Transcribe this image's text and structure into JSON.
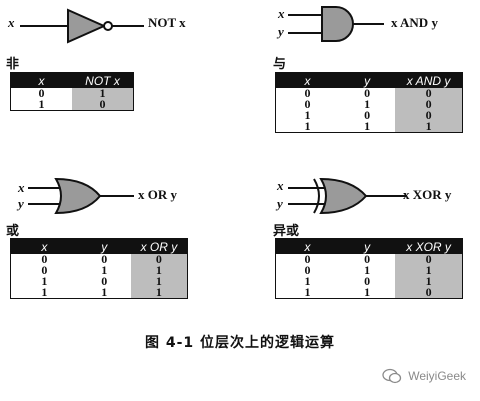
{
  "not_gate": {
    "input_label": "x",
    "output_label": "NOT x",
    "title": "非",
    "headers": [
      "x",
      "NOT x"
    ],
    "rows": [
      [
        "0",
        "1"
      ],
      [
        "1",
        "0"
      ]
    ]
  },
  "and_gate": {
    "input1_label": "x",
    "input2_label": "y",
    "output_label": "x AND y",
    "title": "与",
    "headers": [
      "x",
      "y",
      "x AND y"
    ],
    "rows": [
      [
        "0",
        "0",
        "0"
      ],
      [
        "0",
        "1",
        "0"
      ],
      [
        "1",
        "0",
        "0"
      ],
      [
        "1",
        "1",
        "1"
      ]
    ]
  },
  "or_gate": {
    "input1_label": "x",
    "input2_label": "y",
    "output_label": "x OR y",
    "title": "或",
    "headers": [
      "x",
      "y",
      "x OR y"
    ],
    "rows": [
      [
        "0",
        "0",
        "0"
      ],
      [
        "0",
        "1",
        "1"
      ],
      [
        "1",
        "0",
        "1"
      ],
      [
        "1",
        "1",
        "1"
      ]
    ]
  },
  "xor_gate": {
    "input1_label": "x",
    "input2_label": "y",
    "output_label": "x XOR y",
    "title": "异或",
    "headers": [
      "x",
      "y",
      "x XOR y"
    ],
    "rows": [
      [
        "0",
        "0",
        "0"
      ],
      [
        "0",
        "1",
        "1"
      ],
      [
        "1",
        "0",
        "1"
      ],
      [
        "1",
        "1",
        "0"
      ]
    ]
  },
  "caption": "图 4-1   位层次上的逻辑运算",
  "watermark": "WeiyiGeek"
}
